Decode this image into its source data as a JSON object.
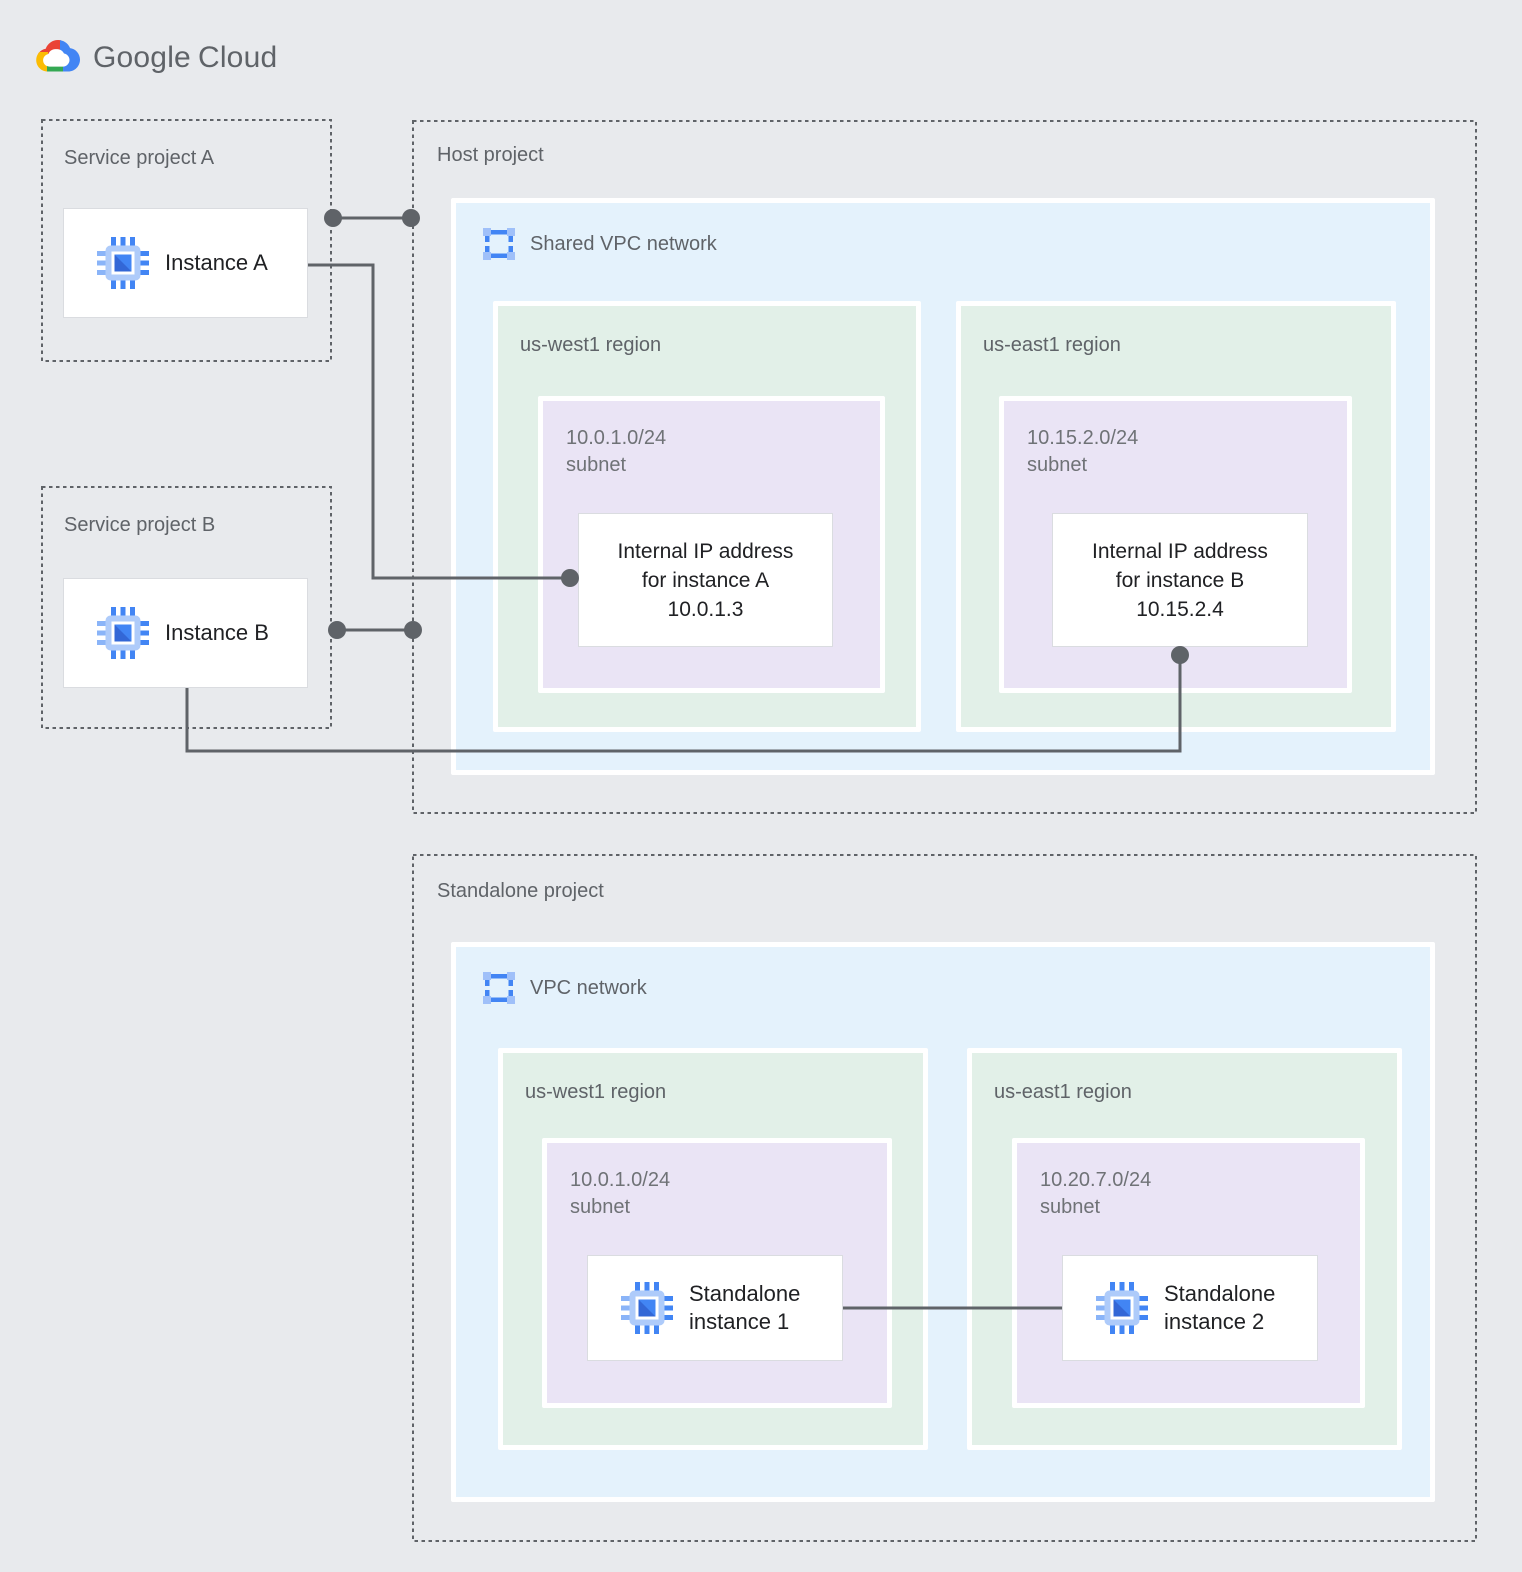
{
  "logo": {
    "brand": "Google",
    "product": "Cloud"
  },
  "palette": {
    "background": "#E8EAED",
    "vpc_blue": "#E4F2FC",
    "region_green": "#E2F0E8",
    "subnet_purple": "#EAE4F5",
    "connector_gray": "#5F6368",
    "label_gray": "#5F6368",
    "text_dark": "#202124",
    "icon_blue": "#4285F4",
    "icon_blue_dark": "#3367D6",
    "icon_blue_light": "#AECBFA",
    "logo_red": "#EA4335",
    "logo_yellow": "#FBBC04",
    "logo_green": "#34A853",
    "logo_blue": "#4285F4"
  },
  "service_project_a": {
    "label": "Service project A",
    "instance_label": "Instance A"
  },
  "service_project_b": {
    "label": "Service project B",
    "instance_label": "Instance B"
  },
  "host_project": {
    "label": "Host project",
    "network_label": "Shared VPC network",
    "regions": [
      {
        "label": "us-west1 region",
        "subnet_lines": [
          "10.0.1.0/24",
          "subnet"
        ],
        "ip_lines": [
          "Internal IP address",
          "for instance A",
          "10.0.1.3"
        ]
      },
      {
        "label": "us-east1 region",
        "subnet_lines": [
          "10.15.2.0/24",
          "subnet"
        ],
        "ip_lines": [
          "Internal IP address",
          "for instance B",
          "10.15.2.4"
        ]
      }
    ]
  },
  "standalone_project": {
    "label": "Standalone project",
    "network_label": "VPC network",
    "regions": [
      {
        "label": "us-west1 region",
        "subnet_lines": [
          "10.0.1.0/24",
          "subnet"
        ],
        "instance_lines": [
          "Standalone",
          "instance 1"
        ]
      },
      {
        "label": "us-east1 region",
        "subnet_lines": [
          "10.20.7.0/24",
          "subnet"
        ],
        "instance_lines": [
          "Standalone",
          "instance 2"
        ]
      }
    ]
  }
}
